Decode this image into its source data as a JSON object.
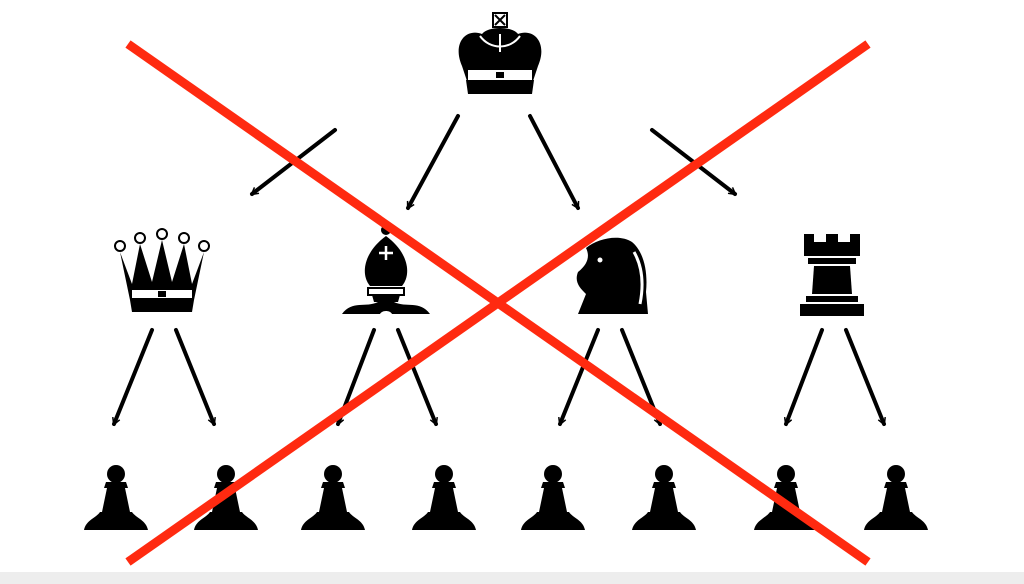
{
  "diagram": {
    "type": "hierarchy",
    "crossed_out": true,
    "nodes": [
      {
        "id": "king",
        "piece": "king-icon",
        "level": 0
      },
      {
        "id": "queen",
        "piece": "queen-icon",
        "level": 1
      },
      {
        "id": "bishop",
        "piece": "bishop-icon",
        "level": 1
      },
      {
        "id": "knight",
        "piece": "knight-icon",
        "level": 1
      },
      {
        "id": "rook",
        "piece": "rook-icon",
        "level": 1
      },
      {
        "id": "pawn-1",
        "piece": "pawn-icon",
        "level": 2
      },
      {
        "id": "pawn-2",
        "piece": "pawn-icon",
        "level": 2
      },
      {
        "id": "pawn-3",
        "piece": "pawn-icon",
        "level": 2
      },
      {
        "id": "pawn-4",
        "piece": "pawn-icon",
        "level": 2
      },
      {
        "id": "pawn-5",
        "piece": "pawn-icon",
        "level": 2
      },
      {
        "id": "pawn-6",
        "piece": "pawn-icon",
        "level": 2
      },
      {
        "id": "pawn-7",
        "piece": "pawn-icon",
        "level": 2
      },
      {
        "id": "pawn-8",
        "piece": "pawn-icon",
        "level": 2
      }
    ],
    "edges": [
      [
        "king",
        "queen"
      ],
      [
        "king",
        "bishop"
      ],
      [
        "king",
        "knight"
      ],
      [
        "king",
        "rook"
      ],
      [
        "queen",
        "pawn-1"
      ],
      [
        "queen",
        "pawn-2"
      ],
      [
        "bishop",
        "pawn-3"
      ],
      [
        "bishop",
        "pawn-4"
      ],
      [
        "knight",
        "pawn-5"
      ],
      [
        "knight",
        "pawn-6"
      ],
      [
        "rook",
        "pawn-7"
      ],
      [
        "rook",
        "pawn-8"
      ]
    ]
  },
  "colors": {
    "piece": "#000000",
    "arrow": "#000000",
    "cross": "#ff2a10",
    "background": "#ffffff"
  }
}
